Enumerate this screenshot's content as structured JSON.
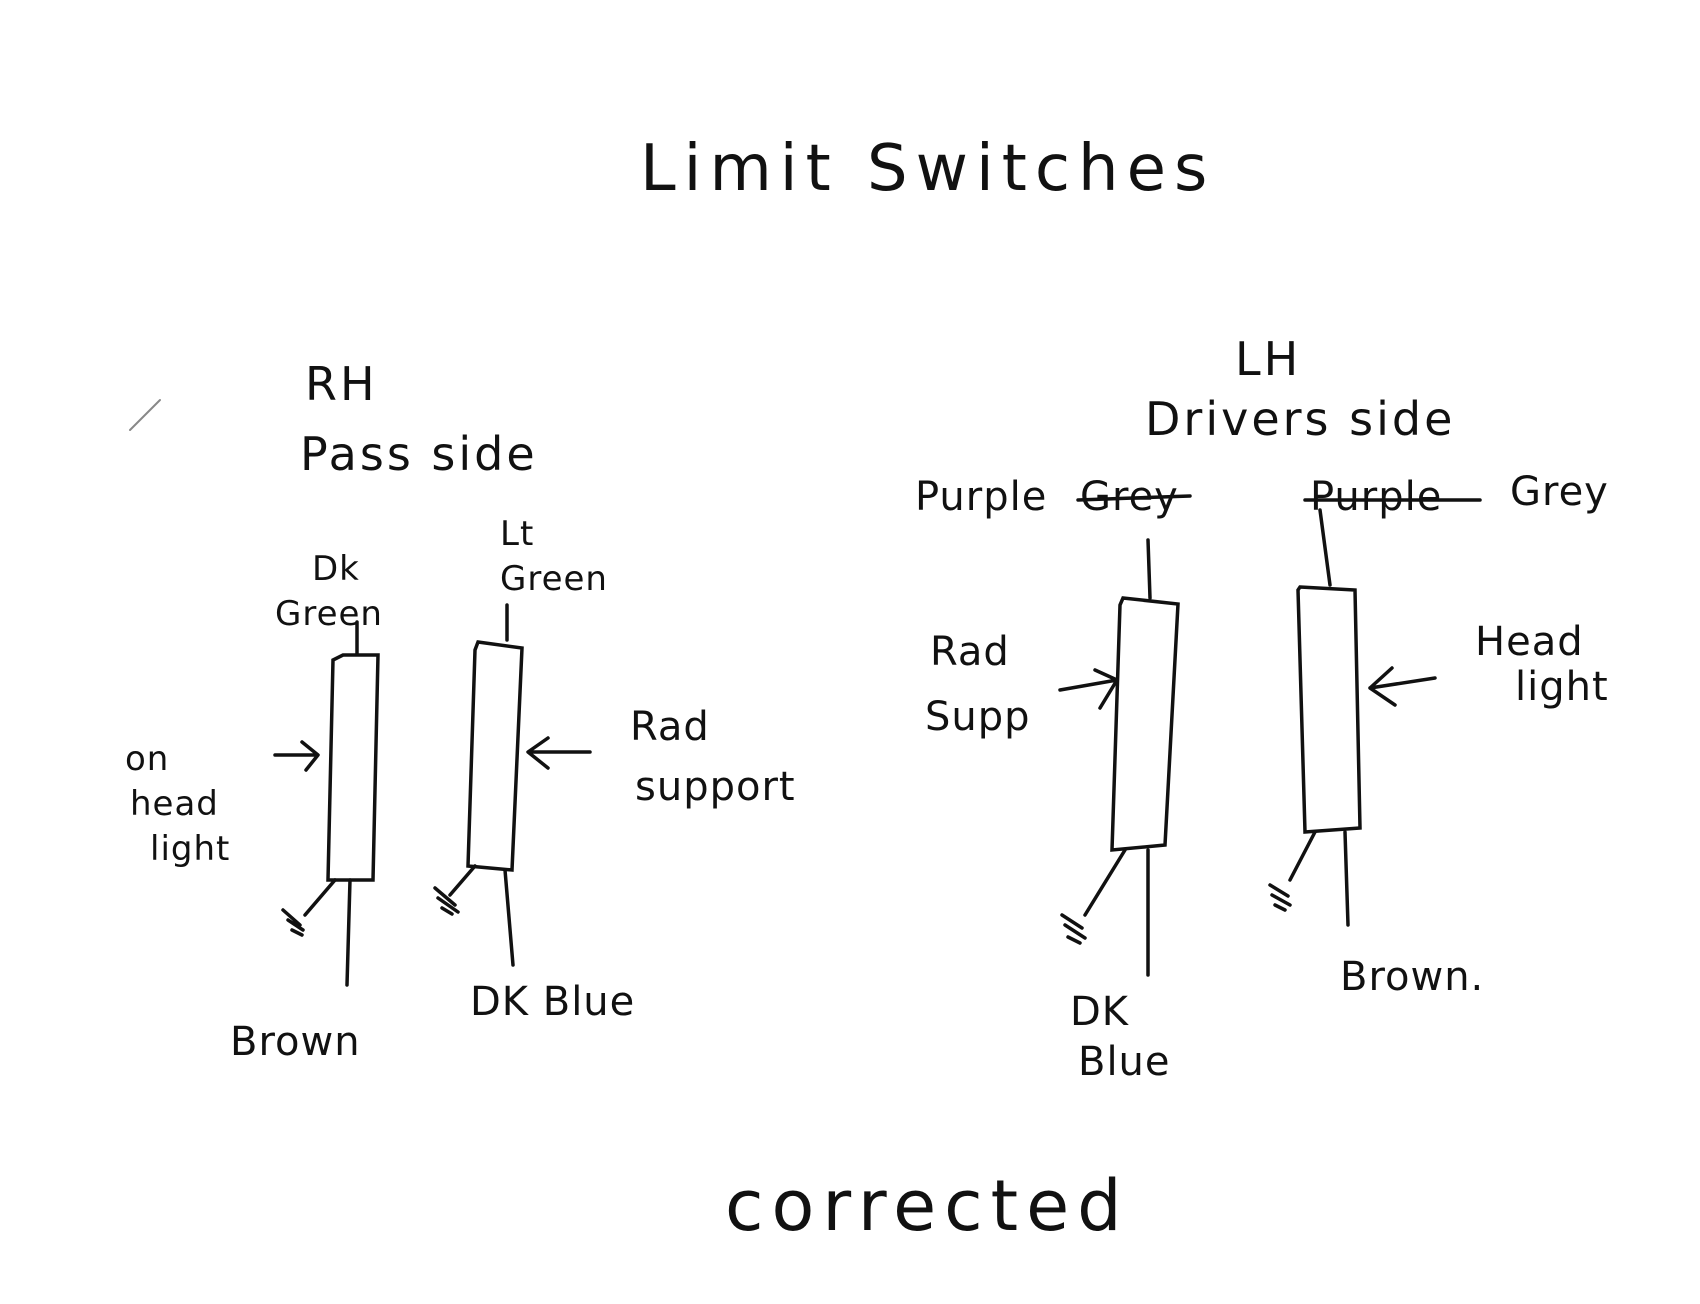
{
  "title": "Limit Switches",
  "footer": "corrected",
  "rh": {
    "heading": "RH",
    "subheading": "Pass side",
    "switch1": {
      "top_wire_line1": "Dk",
      "top_wire_line2": "Green",
      "location_line1": "on",
      "location_line2": "head",
      "location_line3": "light",
      "bottom_wire": "Brown"
    },
    "switch2": {
      "top_wire_line1": "Lt",
      "top_wire_line2": "Green",
      "location_line1": "Rad",
      "location_line2": "support",
      "bottom_wire": "DK Blue"
    }
  },
  "lh": {
    "heading": "LH",
    "subheading": "Drivers side",
    "switch1": {
      "top_wire": "Purple",
      "top_wire_struck": "Grey",
      "location_line1": "Rad",
      "location_line2": "Supp",
      "bottom_wire_line1": "DK",
      "bottom_wire_line2": "Blue"
    },
    "switch2": {
      "top_wire_struck": "Purple",
      "top_wire": "Grey",
      "location_line1": "Head",
      "location_line2": "light",
      "bottom_wire": "Brown."
    }
  }
}
